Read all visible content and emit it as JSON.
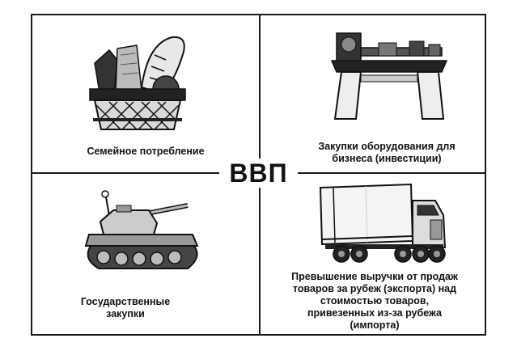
{
  "center": {
    "label": "ВВП"
  },
  "quadrants": {
    "top_left": {
      "caption": "Семейное потребление",
      "icon": "grocery-basket-icon"
    },
    "top_right": {
      "caption": "Закупки оборудования для бизнеса (инвестиции)",
      "icon": "lathe-machine-icon"
    },
    "bottom_left": {
      "caption": "Государственные закупки",
      "icon": "tank-icon"
    },
    "bottom_right": {
      "caption": "Превышение выручки от продаж товаров за рубеж (экспорта) над стоимостью товаров, привезенных из-за рубежа (импорта)",
      "icon": "truck-icon"
    }
  }
}
